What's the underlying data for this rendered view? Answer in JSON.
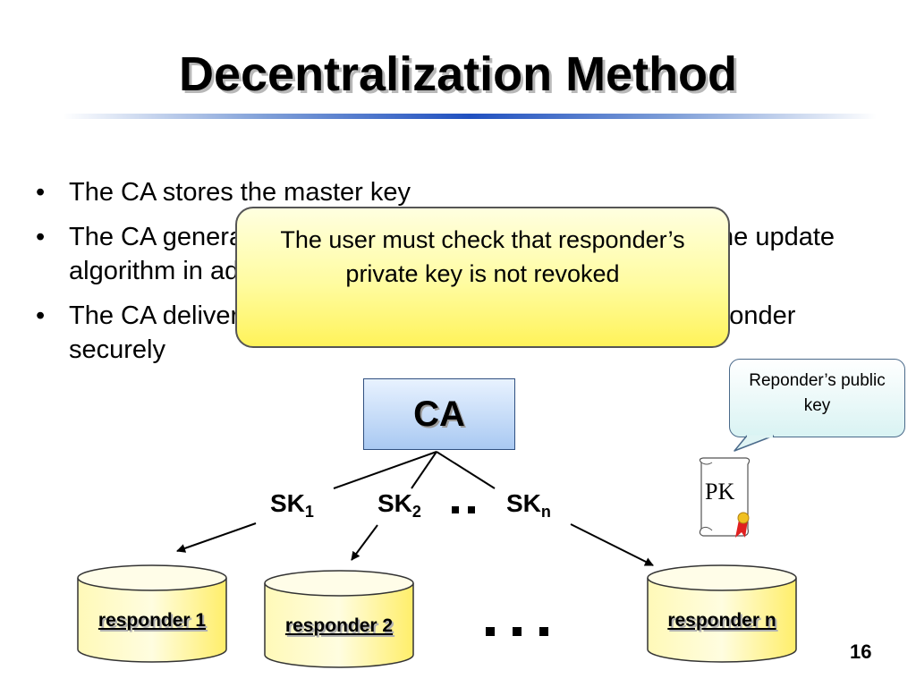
{
  "slide": {
    "title": "Decentralization Method",
    "page_number": "16"
  },
  "bullets": [
    "The CA stores the master key",
    "The CA generates the private key of each responder by the update algorithm in advance",
    "The CA delivers the private key to the corresponding responder securely"
  ],
  "callouts": {
    "warning": "The user must check that responder’s private key is not revoked",
    "public_key": "Reponder’s public key"
  },
  "diagram": {
    "ca_label": "CA",
    "keys": [
      {
        "base": "SK",
        "sub": "1"
      },
      {
        "base": "SK",
        "sub": "2"
      },
      {
        "base": "SK",
        "sub": "n"
      }
    ],
    "responders": [
      "responder 1",
      "responder 2",
      "responder n"
    ],
    "certificate_label": "PK"
  },
  "colors": {
    "callout_yellow": "#fff35a",
    "callout_blue": "#d9f3f3",
    "ca_box": "#a9c9f2",
    "cylinder": "#fff27a",
    "title_rule": "#2050c0"
  }
}
